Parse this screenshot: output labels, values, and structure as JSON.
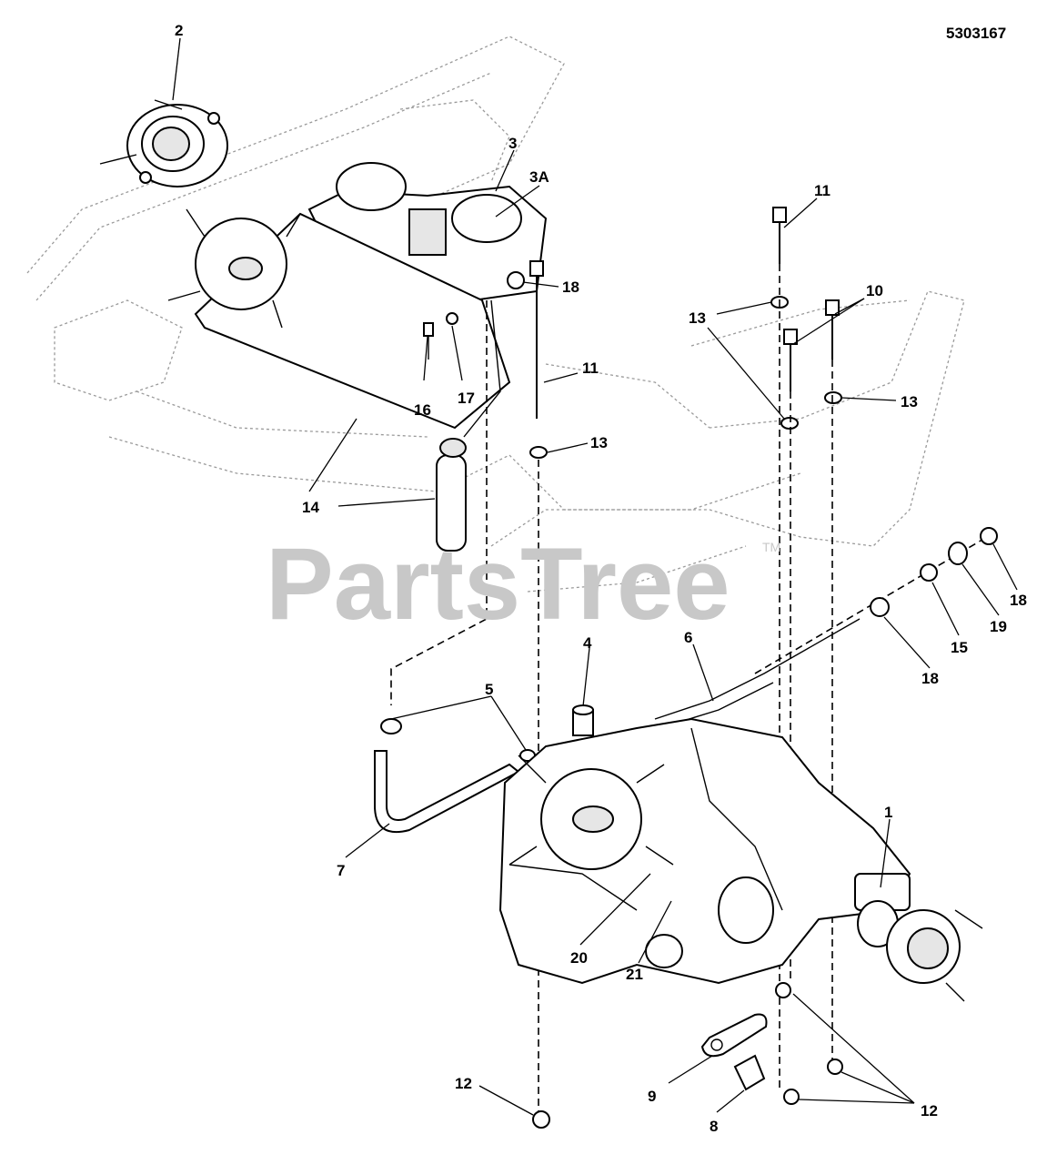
{
  "document": {
    "number": "5303167"
  },
  "watermark": {
    "text": "PartsTree",
    "mark": "TM"
  },
  "callouts": [
    {
      "id": "c2",
      "label": "2"
    },
    {
      "id": "c3",
      "label": "3"
    },
    {
      "id": "c3a",
      "label": "3A"
    },
    {
      "id": "c18a",
      "label": "18"
    },
    {
      "id": "c11a",
      "label": "11"
    },
    {
      "id": "c10",
      "label": "10"
    },
    {
      "id": "c13a",
      "label": "13"
    },
    {
      "id": "c13b",
      "label": "13"
    },
    {
      "id": "c11b",
      "label": "11"
    },
    {
      "id": "c16",
      "label": "16"
    },
    {
      "id": "c17",
      "label": "17"
    },
    {
      "id": "c13c",
      "label": "13"
    },
    {
      "id": "c14",
      "label": "14"
    },
    {
      "id": "c18b",
      "label": "18"
    },
    {
      "id": "c19",
      "label": "19"
    },
    {
      "id": "c15",
      "label": "15"
    },
    {
      "id": "c18c",
      "label": "18"
    },
    {
      "id": "c6",
      "label": "6"
    },
    {
      "id": "c4",
      "label": "4"
    },
    {
      "id": "c5",
      "label": "5"
    },
    {
      "id": "c1",
      "label": "1"
    },
    {
      "id": "c7",
      "label": "7"
    },
    {
      "id": "c20",
      "label": "20"
    },
    {
      "id": "c21",
      "label": "21"
    },
    {
      "id": "c9",
      "label": "9"
    },
    {
      "id": "c12a",
      "label": "12"
    },
    {
      "id": "c8",
      "label": "8"
    },
    {
      "id": "c12b",
      "label": "12"
    }
  ]
}
